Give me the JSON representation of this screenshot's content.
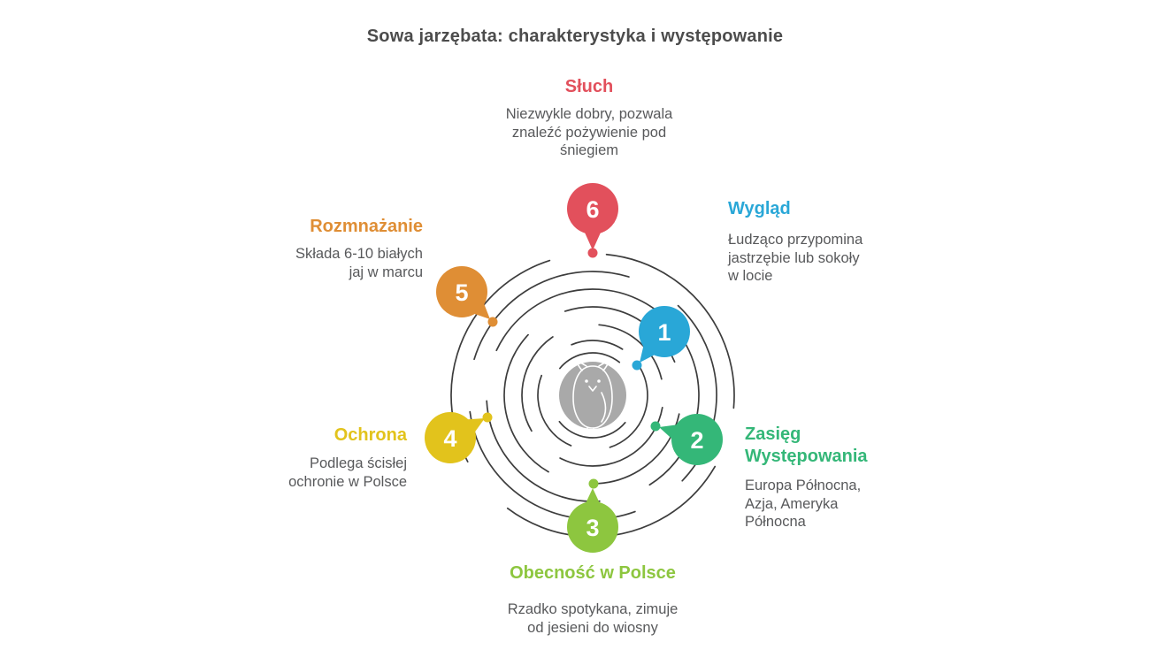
{
  "title": "Sowa jarzębata: charakterystyka i występowanie",
  "center_icon": "owl-icon",
  "palette": {
    "red": "#e2505c",
    "blue": "#29a7d7",
    "green": "#34b778",
    "light_green": "#8dc63f",
    "yellow": "#e2c31c",
    "orange": "#df8e35",
    "title_text": "#4c4c4c",
    "body_text": "#58595b",
    "spiral_line": "#3d3d3d",
    "owl_circle": "#a9a9a9"
  },
  "items": [
    {
      "number": "1",
      "label": "Wygląd",
      "description": "Łudząco przypomina\njastrzębie lub sokoły\nw locie",
      "color": "#29a7d7"
    },
    {
      "number": "2",
      "label": "Zasięg\nWystępowania",
      "description": "Europa Północna,\nAzja, Ameryka\nPółnocna",
      "color": "#34b778"
    },
    {
      "number": "3",
      "label": "Obecność w Polsce",
      "description": "Rzadko spotykana, zimuje\nod jesieni do wiosny",
      "color": "#8dc63f"
    },
    {
      "number": "4",
      "label": "Ochrona",
      "description": "Podlega ścisłej\nochronie w Polsce",
      "color": "#e2c31c"
    },
    {
      "number": "5",
      "label": "Rozmnażanie",
      "description": "Składa 6-10 białych\njaj w marcu",
      "color": "#df8e35"
    },
    {
      "number": "6",
      "label": "Słuch",
      "description": "Niezwykle dobry, pozwala\nznaleźć pożywienie pod\nśniegiem",
      "color": "#e2505c"
    }
  ]
}
